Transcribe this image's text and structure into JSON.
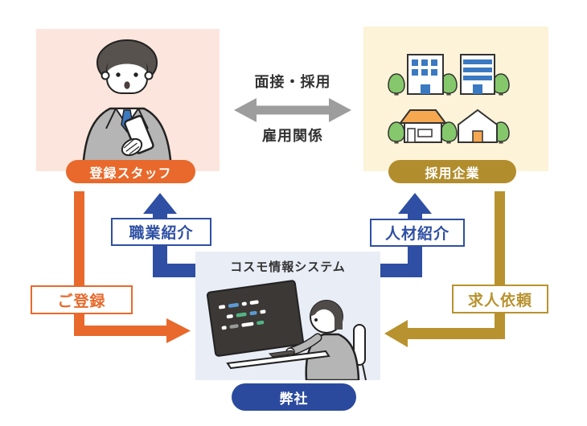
{
  "nodes": {
    "staff": {
      "label": "登録スタッフ",
      "icon": "person-with-smartphone-icon"
    },
    "company": {
      "label": "採用企業",
      "icon": "office-buildings-and-houses-icon"
    },
    "ours": {
      "label": "弊社",
      "system_title": "コスモ情報システム",
      "icon": "operator-at-computer-icon"
    }
  },
  "relations": {
    "interview_hire": "面接・採用",
    "employment": "雇用関係",
    "registration": "ご登録",
    "job_referral": "職業紹介",
    "personnel_referral": "人材紹介",
    "job_request": "求人依頼"
  },
  "colors": {
    "orange": "#e8692b",
    "gold": "#b8922e",
    "blue": "#2e4fa3",
    "pill_gold": "#b28d2d",
    "pill_blue": "#2b4a9e",
    "gray_arrow": "#9d9d9d",
    "staff_bg": "#fce5dc",
    "company_bg": "#fdf3d8",
    "ours_bg": "#e9edf6",
    "text_dark": "#333333"
  }
}
